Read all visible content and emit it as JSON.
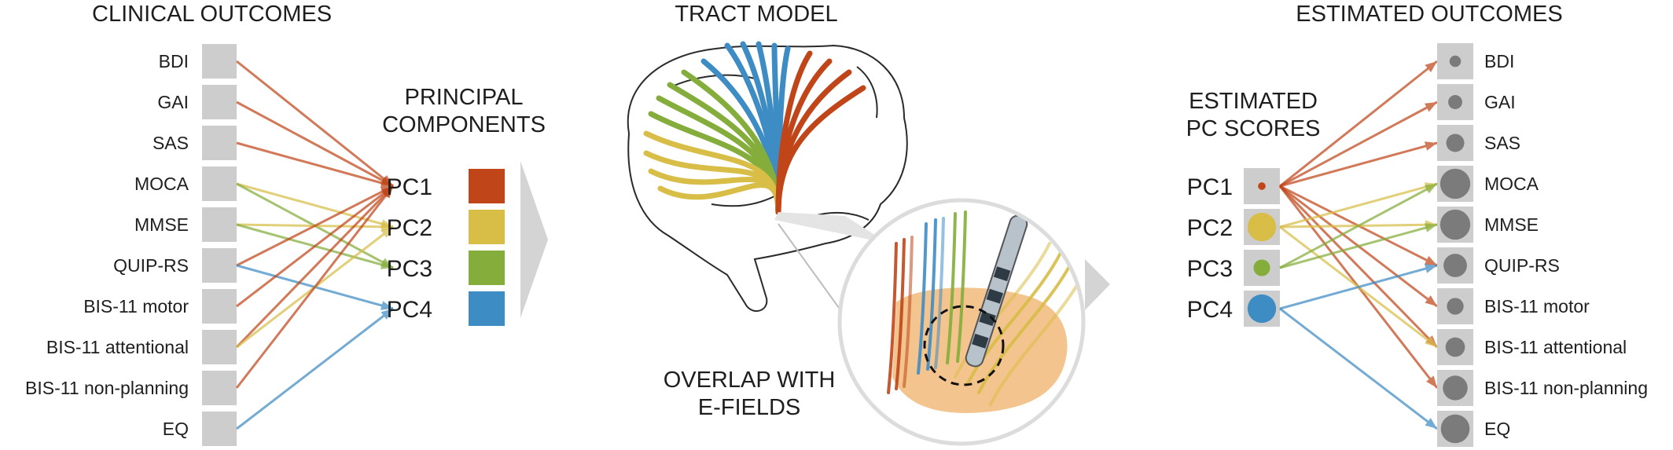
{
  "headers": {
    "clinical_outcomes": "CLINICAL OUTCOMES",
    "principal_components": [
      "PRINCIPAL",
      "COMPONENTS"
    ],
    "tract_model": "TRACT MODEL",
    "estimated_outcomes": "ESTIMATED OUTCOMES",
    "estimated_pc_scores": [
      "ESTIMATED",
      "PC SCORES"
    ],
    "overlap": [
      "OVERLAP WITH",
      "E-FIELDS"
    ]
  },
  "outcomes": [
    "BDI",
    "GAI",
    "SAS",
    "MOCA",
    "MMSE",
    "QUIP-RS",
    "BIS-11 motor",
    "BIS-11 attentional",
    "BIS-11 non-planning",
    "EQ"
  ],
  "components": [
    {
      "label": "PC1",
      "color": "#c0461a"
    },
    {
      "label": "PC2",
      "color": "#d8bd47"
    },
    {
      "label": "PC3",
      "color": "#84ad3b"
    },
    {
      "label": "PC4",
      "color": "#3e8cc4"
    }
  ],
  "left_links": [
    {
      "from": 0,
      "to": 0
    },
    {
      "from": 1,
      "to": 0
    },
    {
      "from": 2,
      "to": 0
    },
    {
      "from": 3,
      "to": 1
    },
    {
      "from": 3,
      "to": 2
    },
    {
      "from": 4,
      "to": 1
    },
    {
      "from": 4,
      "to": 2
    },
    {
      "from": 5,
      "to": 0
    },
    {
      "from": 5,
      "to": 3
    },
    {
      "from": 6,
      "to": 0
    },
    {
      "from": 7,
      "to": 0
    },
    {
      "from": 7,
      "to": 1
    },
    {
      "from": 8,
      "to": 0
    },
    {
      "from": 9,
      "to": 3
    }
  ],
  "pc_score_level": [
    0.15,
    0.85,
    0.45,
    0.85
  ],
  "right_links": [
    {
      "from": 0,
      "to": 0
    },
    {
      "from": 0,
      "to": 1
    },
    {
      "from": 0,
      "to": 2
    },
    {
      "from": 0,
      "to": 5
    },
    {
      "from": 0,
      "to": 6
    },
    {
      "from": 0,
      "to": 7
    },
    {
      "from": 0,
      "to": 8
    },
    {
      "from": 1,
      "to": 3
    },
    {
      "from": 1,
      "to": 4
    },
    {
      "from": 1,
      "to": 7
    },
    {
      "from": 2,
      "to": 3
    },
    {
      "from": 2,
      "to": 4
    },
    {
      "from": 3,
      "to": 5
    },
    {
      "from": 3,
      "to": 9
    }
  ],
  "estimated_outcome_level": [
    0.25,
    0.35,
    0.5,
    0.95,
    0.95,
    0.7,
    0.45,
    0.55,
    0.75,
    0.9
  ],
  "colors": {
    "box": "#cdcdcd",
    "dot": "#7b7b7b",
    "blob": "#f3c48d",
    "magnifier_ring": "#dcdcdc"
  }
}
